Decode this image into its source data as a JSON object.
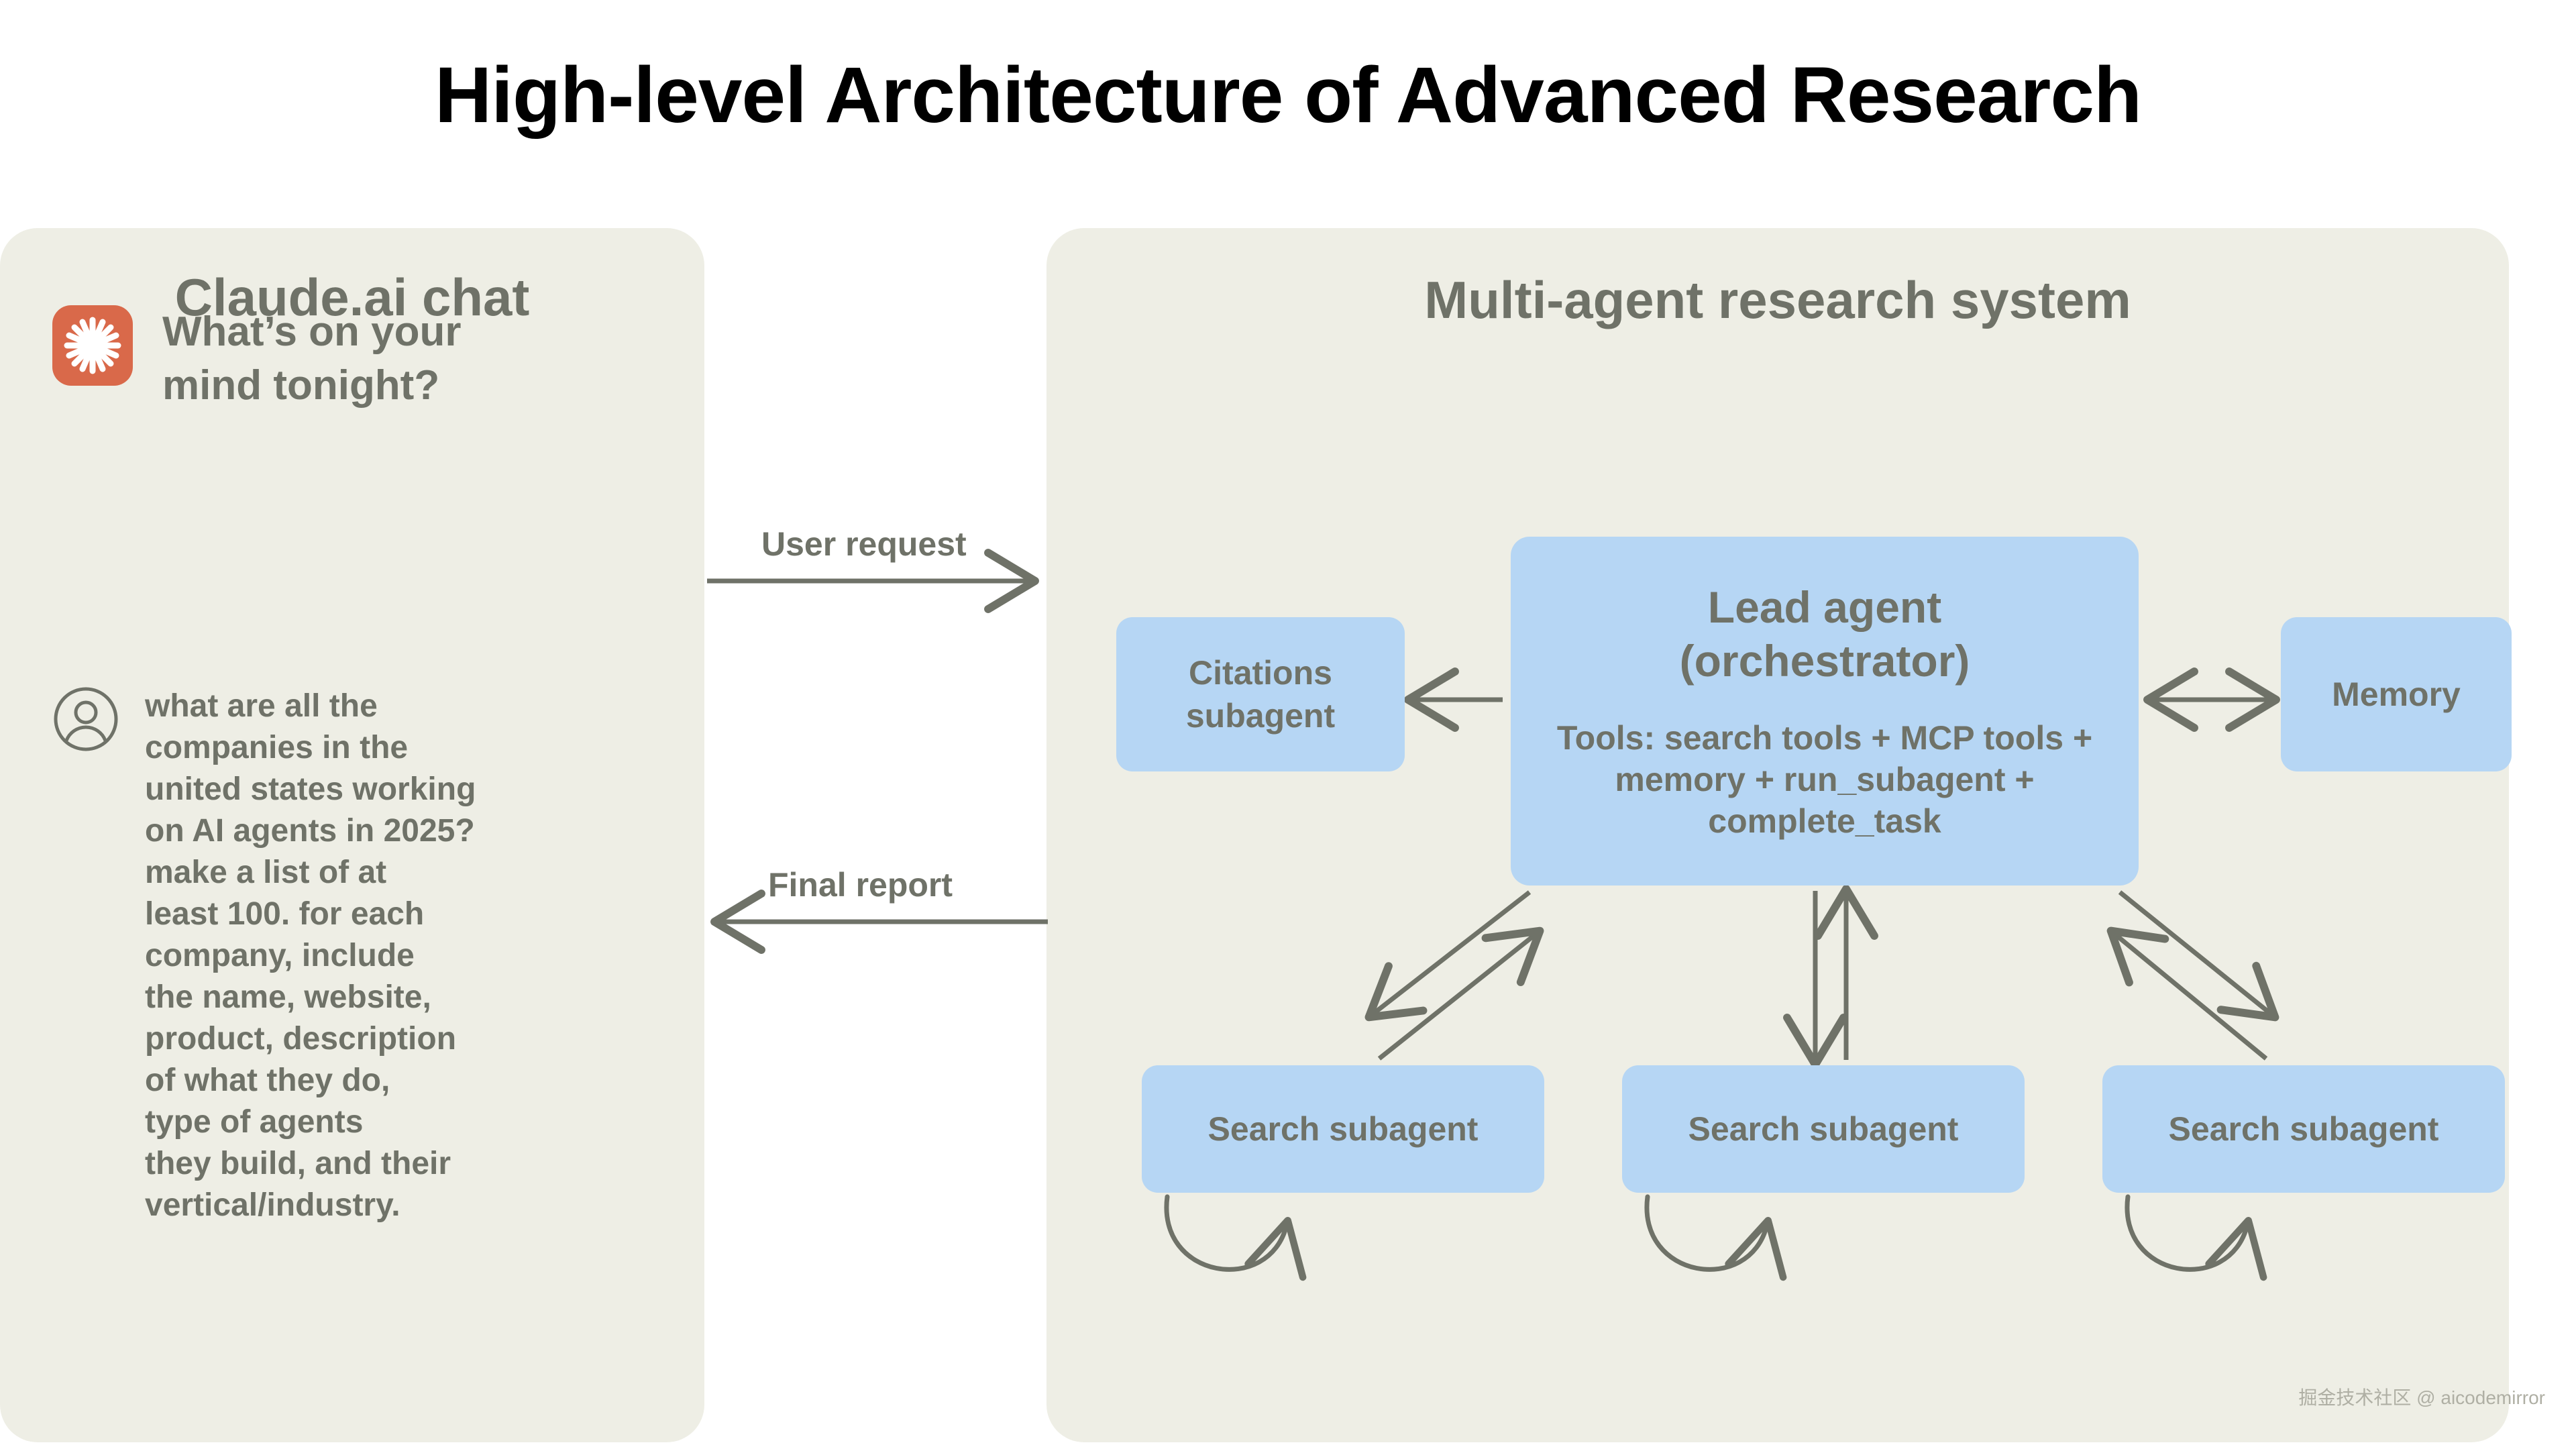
{
  "page": {
    "title": "High-level Architecture of Advanced Research",
    "watermark": "掘金技术社区 @ aicodemirror",
    "colors": {
      "background": "#FFFFFF",
      "panel": "#EEEEE5",
      "node": "#B6D6F4",
      "text_muted": "#6F7268",
      "title": "#000000",
      "claude_logo": "#D9694A",
      "edge": "#6F7268"
    }
  },
  "chat_panel": {
    "heading": "Claude.ai chat",
    "logo_icon": "claude-starburst-icon",
    "greeting": "What’s on your\nmind tonight?",
    "user_avatar_icon": "user-circle-icon",
    "user_message": "what are all the\ncompanies in the\nunited states working\non AI agents in 2025?\nmake a list of at\nleast 100. for each\ncompany, include\nthe name, website,\nproduct, description\nof what they do,\ntype of agents\nthey build, and their\nvertical/industry."
  },
  "flow": {
    "user_request_label": "User request",
    "final_report_label": "Final report"
  },
  "system_panel": {
    "heading": "Multi-agent research system",
    "nodes": {
      "lead_agent": {
        "title": "Lead agent\n(orchestrator)",
        "tools": "Tools: search tools + MCP tools + memory + run_subagent + complete_task"
      },
      "citations": "Citations\nsubagent",
      "memory": "Memory",
      "search_subagents": [
        "Search subagent",
        "Search subagent",
        "Search subagent"
      ]
    }
  },
  "chart_data": {
    "type": "diagram",
    "title": "High-level Architecture of Advanced Research",
    "nodes": [
      {
        "id": "claude_chat",
        "label": "Claude.ai chat",
        "group": "chat"
      },
      {
        "id": "lead_agent",
        "label": "Lead agent (orchestrator)",
        "group": "system"
      },
      {
        "id": "citations_subagent",
        "label": "Citations subagent",
        "group": "system"
      },
      {
        "id": "memory",
        "label": "Memory",
        "group": "system"
      },
      {
        "id": "search_subagent_1",
        "label": "Search subagent",
        "group": "system"
      },
      {
        "id": "search_subagent_2",
        "label": "Search subagent",
        "group": "system"
      },
      {
        "id": "search_subagent_3",
        "label": "Search subagent",
        "group": "system"
      }
    ],
    "edges": [
      {
        "from": "claude_chat",
        "to": "lead_agent",
        "label": "User request",
        "direction": "forward"
      },
      {
        "from": "lead_agent",
        "to": "claude_chat",
        "label": "Final report",
        "direction": "forward"
      },
      {
        "from": "lead_agent",
        "to": "citations_subagent",
        "label": "",
        "direction": "forward"
      },
      {
        "from": "lead_agent",
        "to": "memory",
        "label": "",
        "direction": "both"
      },
      {
        "from": "lead_agent",
        "to": "search_subagent_1",
        "label": "",
        "direction": "both"
      },
      {
        "from": "lead_agent",
        "to": "search_subagent_2",
        "label": "",
        "direction": "both"
      },
      {
        "from": "lead_agent",
        "to": "search_subagent_3",
        "label": "",
        "direction": "both"
      },
      {
        "from": "search_subagent_1",
        "to": "search_subagent_1",
        "label": "",
        "direction": "loop"
      },
      {
        "from": "search_subagent_2",
        "to": "search_subagent_2",
        "label": "",
        "direction": "loop"
      },
      {
        "from": "search_subagent_3",
        "to": "search_subagent_3",
        "label": "",
        "direction": "loop"
      }
    ]
  }
}
